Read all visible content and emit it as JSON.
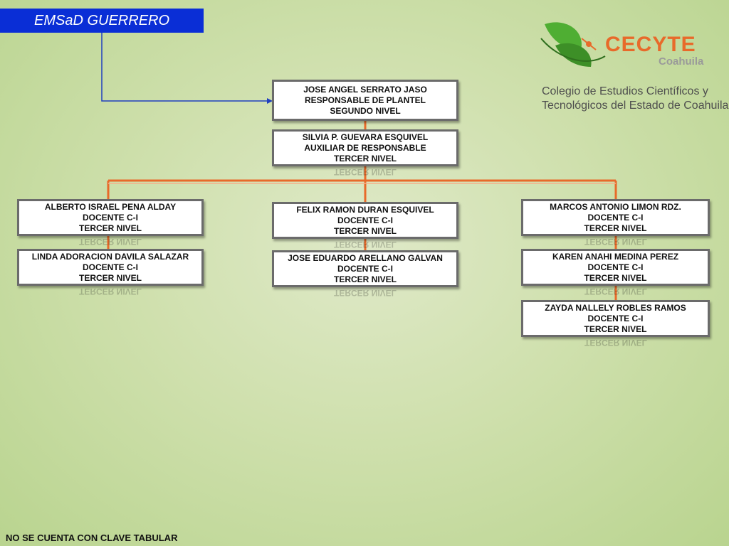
{
  "header": {
    "title": "EMSaD GUERRERO"
  },
  "logo": {
    "brand": "CECYTE",
    "state": "Coahuila",
    "institution_line1": "Colegio de Estudios Científicos y",
    "institution_line2": "Tecnológicos del Estado de Coahuila",
    "colors": {
      "green": "#4fae33",
      "orange": "#e86a2a"
    }
  },
  "colors": {
    "title_bar": "#0a2ed6",
    "connector_main": "#e86a2a",
    "connector_title": "#1f3fbf"
  },
  "org": {
    "responsable": {
      "name": "JOSE ANGEL SERRATO JASO",
      "role": "RESPONSABLE DE PLANTEL",
      "level": "SEGUNDO NIVEL"
    },
    "auxiliar": {
      "name": "SILVIA P. GUEVARA ESQUIVEL",
      "role": "AUXILIAR DE RESPONSABLE",
      "level": "TERCER NIVEL"
    },
    "col_left": [
      {
        "name": "ALBERTO ISRAEL PENA ALDAY",
        "role": "DOCENTE C-I",
        "level": "TERCER NIVEL"
      },
      {
        "name": "LINDA ADORACION  DAVILA SALAZAR",
        "role": "DOCENTE C-I",
        "level": "TERCER NIVEL"
      }
    ],
    "col_center": [
      {
        "name": "FELIX RAMON DURAN ESQUIVEL",
        "role": "DOCENTE C-I",
        "level": "TERCER NIVEL"
      },
      {
        "name": "JOSE EDUARDO ARELLANO GALVAN",
        "role": "DOCENTE C-I",
        "level": "TERCER NIVEL"
      }
    ],
    "col_right": [
      {
        "name": "MARCOS ANTONIO LIMON RDZ.",
        "role": "DOCENTE C-I",
        "level": "TERCER NIVEL"
      },
      {
        "name": "KAREN ANAHI MEDINA PEREZ",
        "role": "DOCENTE C-I",
        "level": "TERCER NIVEL"
      },
      {
        "name": "ZAYDA NALLELY ROBLES RAMOS",
        "role": "DOCENTE C-I",
        "level": "TERCER NIVEL"
      }
    ]
  },
  "footer": {
    "note": "NO SE CUENTA CON CLAVE TABULAR"
  }
}
